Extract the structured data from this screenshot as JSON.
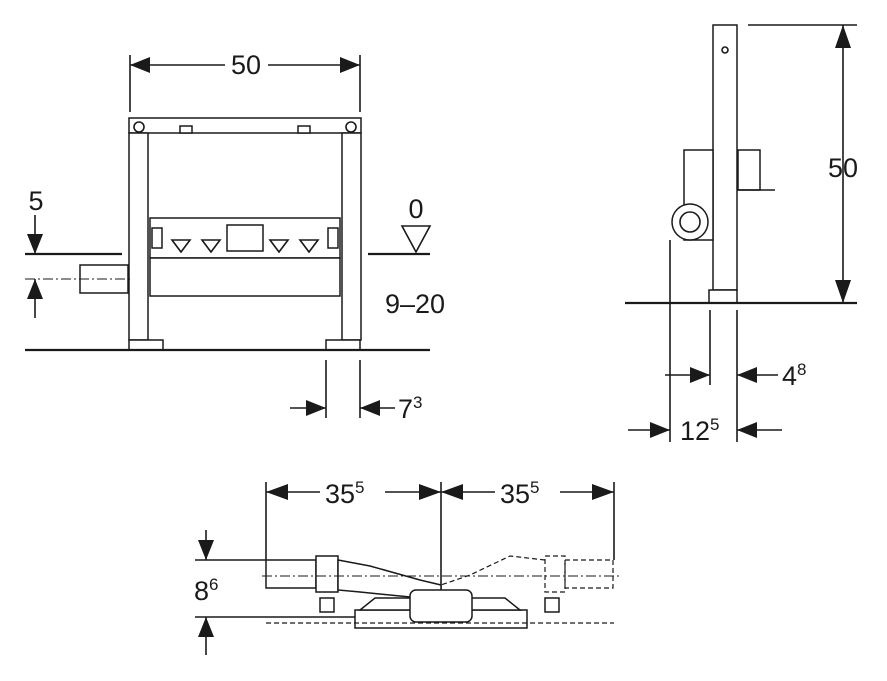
{
  "front_view": {
    "width_label": "50",
    "install_height_label": "5",
    "floor_level_label": "0",
    "floor_range_label": "9–20",
    "foot_offset_label": {
      "main": "7",
      "sup": "3"
    }
  },
  "side_view": {
    "height_label": "50",
    "depth_small_label": {
      "main": "4",
      "sup": "8"
    },
    "depth_total_label": {
      "main": "12",
      "sup": "5"
    }
  },
  "plan_view": {
    "left_width_label": {
      "main": "35",
      "sup": "5"
    },
    "right_width_label": {
      "main": "35",
      "sup": "5"
    },
    "height_label": {
      "main": "8",
      "sup": "6"
    }
  }
}
